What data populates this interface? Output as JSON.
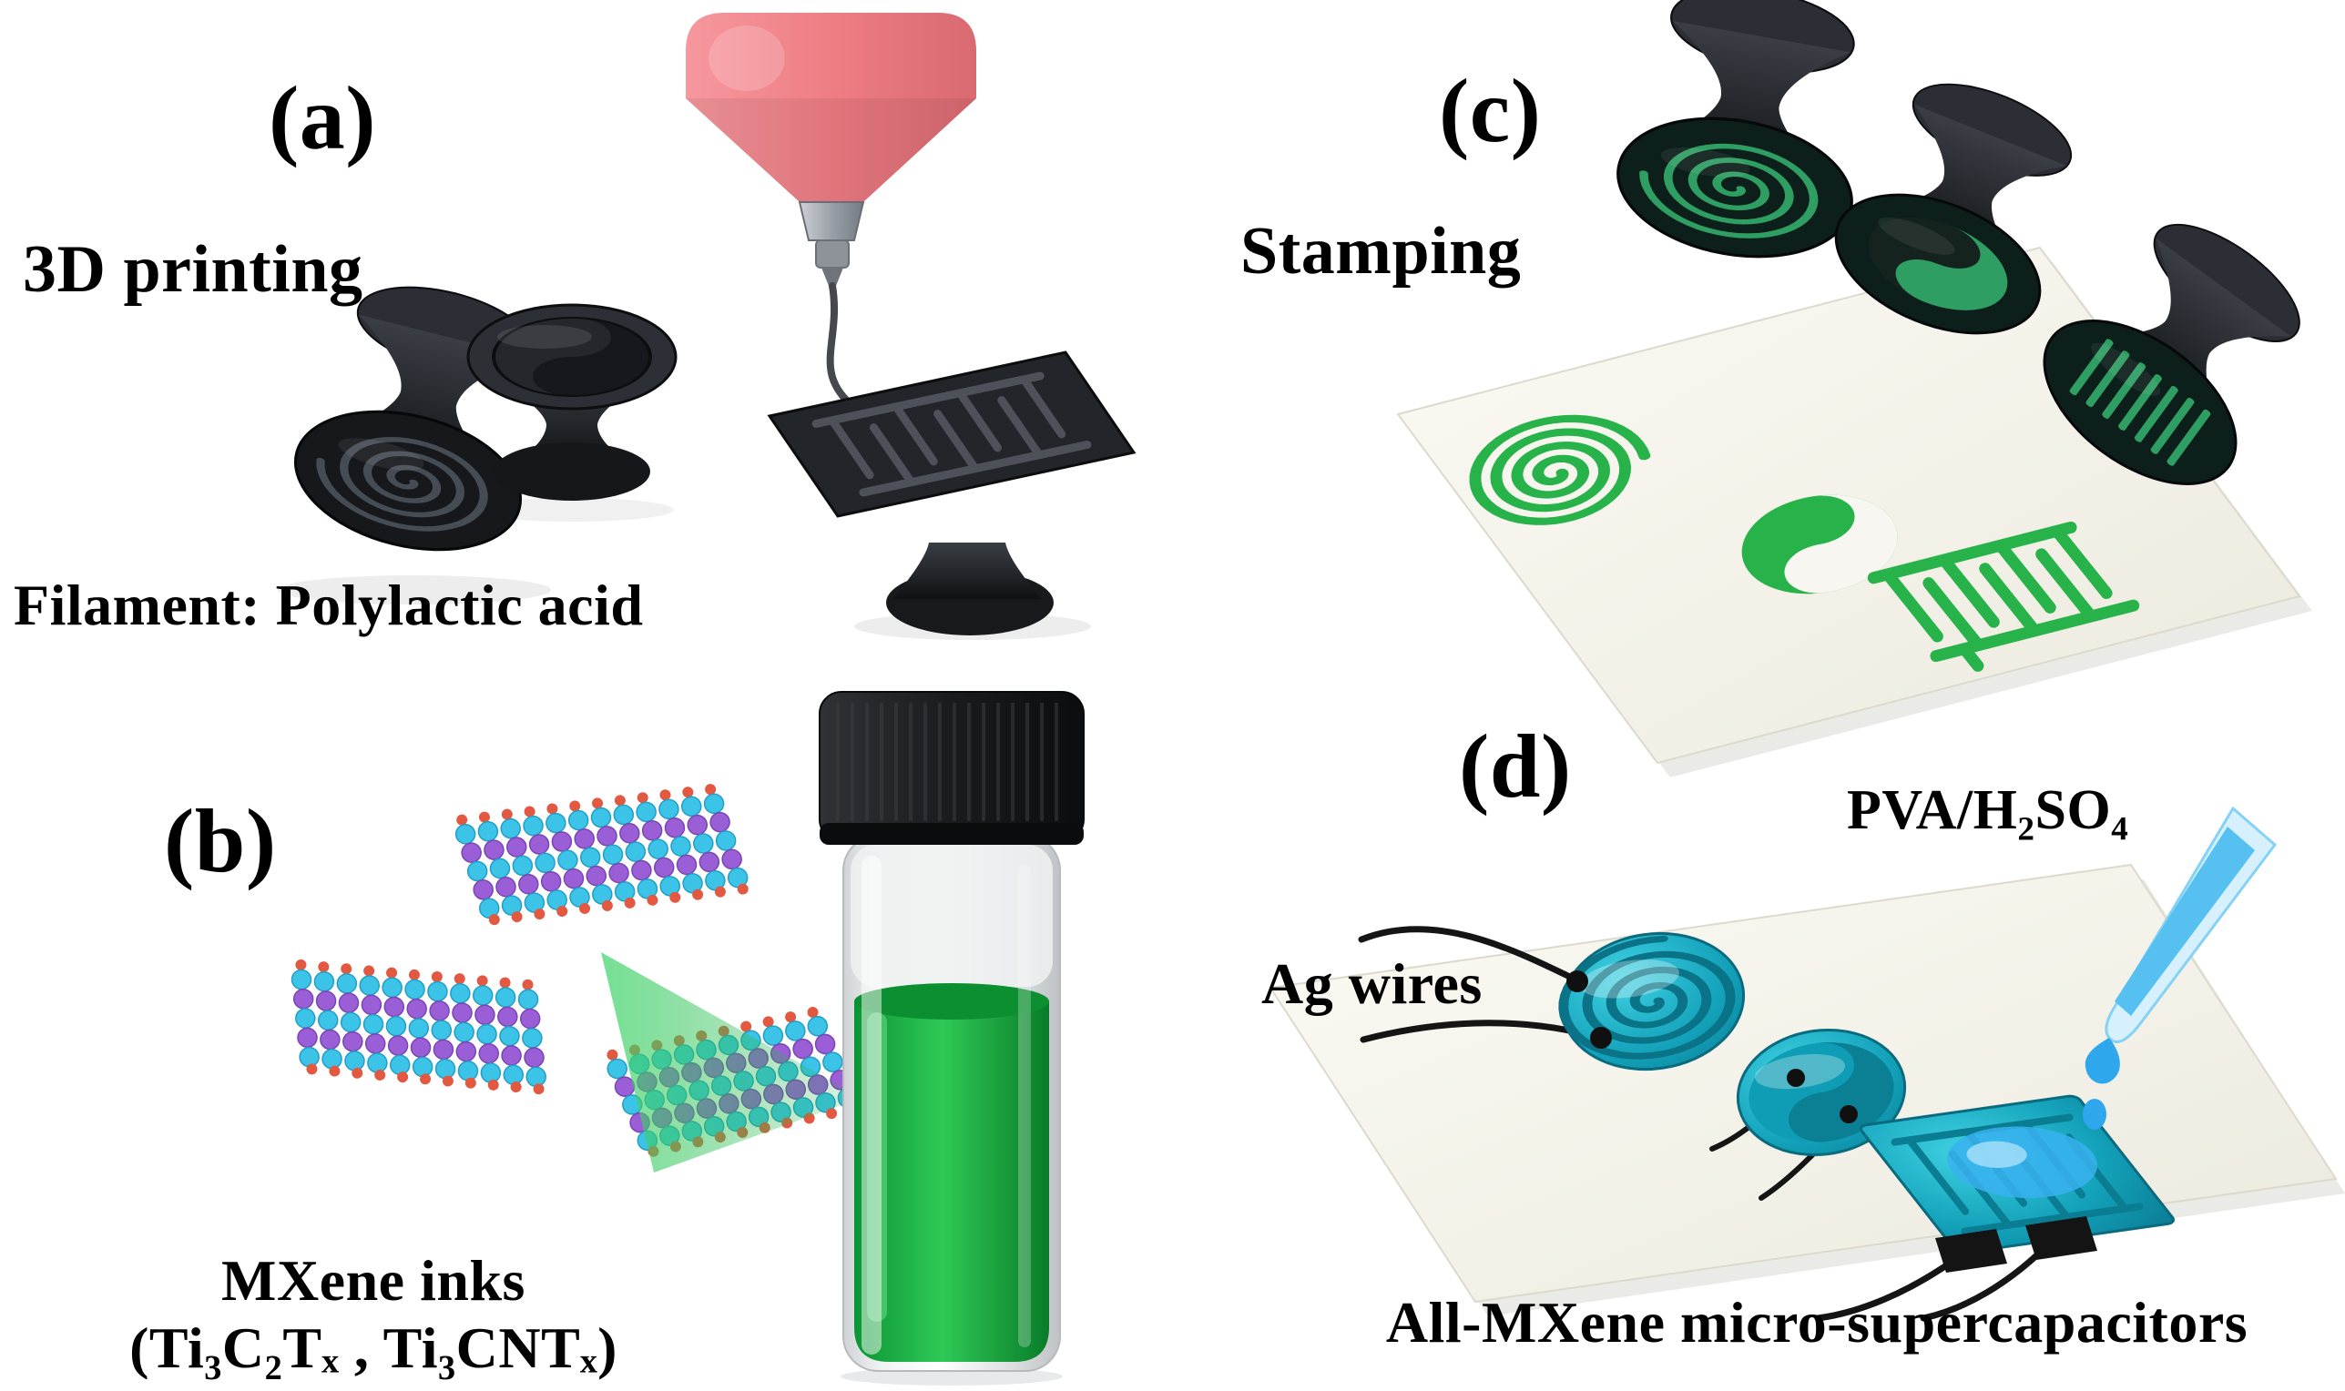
{
  "figure": {
    "panels": {
      "a": {
        "label": "(a)",
        "title": "3D printing",
        "caption": "Filament: Polylactic acid"
      },
      "b": {
        "label": "(b)",
        "caption_line1": "MXene inks",
        "caption_line2": "(Ti₃C₂Tₓ , Ti₃CNTₓ)"
      },
      "c": {
        "label": "(c)",
        "title": "Stamping"
      },
      "d": {
        "label": "(d)",
        "electrolyte_label": "PVA/H₂SO₄",
        "wires_label": "Ag wires",
        "caption": "All-MXene micro-supercapacitors"
      }
    }
  },
  "colors": {
    "mxene_green": "#27b24a",
    "ink_green": "#18a63c",
    "device_teal": "#0f9cb4",
    "funnel_red": "#ee7d84",
    "stamp_black": "#1b1d21",
    "card_white": "#f7f6f0",
    "electrolyte_blue": "#2ea7ec"
  }
}
